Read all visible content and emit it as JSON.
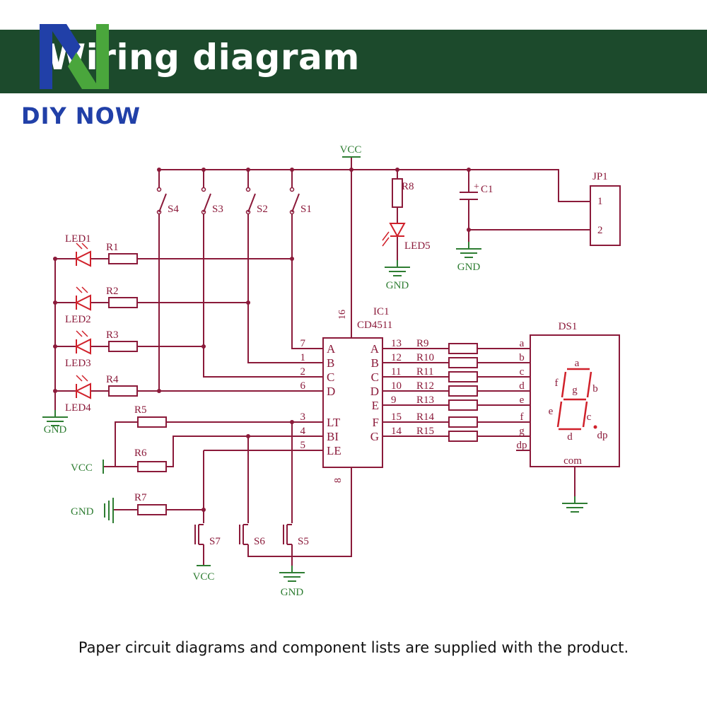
{
  "header": {
    "title": "Wiring diagram",
    "brand": "DIY NOW"
  },
  "colors": {
    "banner": "#1c4a2c",
    "wire": "#8b1a3a",
    "label": "#8b1a3a",
    "net_label": "#2e7d32",
    "led": "#d0202a",
    "logo_blue": "#2140a8",
    "logo_green": "#4aa63c"
  },
  "schematic": {
    "power": {
      "vcc": "VCC",
      "gnd": "GND"
    },
    "switches": [
      "S4",
      "S3",
      "S2",
      "S1",
      "S7",
      "S6",
      "S5"
    ],
    "leds": [
      "LED1",
      "LED2",
      "LED3",
      "LED4",
      "LED5"
    ],
    "resistors": [
      "R1",
      "R2",
      "R3",
      "R4",
      "R5",
      "R6",
      "R7",
      "R8",
      "R9",
      "R10",
      "R11",
      "R12",
      "R13",
      "R14",
      "R15"
    ],
    "capacitor": "C1",
    "connector": {
      "ref": "JP1",
      "pins": [
        "1",
        "2"
      ]
    },
    "ic": {
      "ref": "IC1",
      "part": "CD4511",
      "top_pin": "16",
      "bottom_pin": "8",
      "left_pins": [
        {
          "num": "7",
          "name": "A"
        },
        {
          "num": "1",
          "name": "B"
        },
        {
          "num": "2",
          "name": "C"
        },
        {
          "num": "6",
          "name": "D"
        },
        {
          "num": "3",
          "name": "LT"
        },
        {
          "num": "4",
          "name": "BI"
        },
        {
          "num": "5",
          "name": "LE"
        }
      ],
      "right_pins": [
        {
          "num": "13",
          "name": "A"
        },
        {
          "num": "12",
          "name": "B"
        },
        {
          "num": "11",
          "name": "C"
        },
        {
          "num": "10",
          "name": "D"
        },
        {
          "num": "9",
          "name": "E"
        },
        {
          "num": "15",
          "name": "F"
        },
        {
          "num": "14",
          "name": "G"
        }
      ]
    },
    "display": {
      "ref": "DS1",
      "pins": [
        "a",
        "b",
        "c",
        "d",
        "e",
        "f",
        "g",
        "dp"
      ],
      "segments": [
        "a",
        "b",
        "c",
        "d",
        "e",
        "f",
        "g",
        "dp"
      ],
      "common": "com"
    }
  },
  "caption": "Paper circuit diagrams and component lists are supplied with the product."
}
